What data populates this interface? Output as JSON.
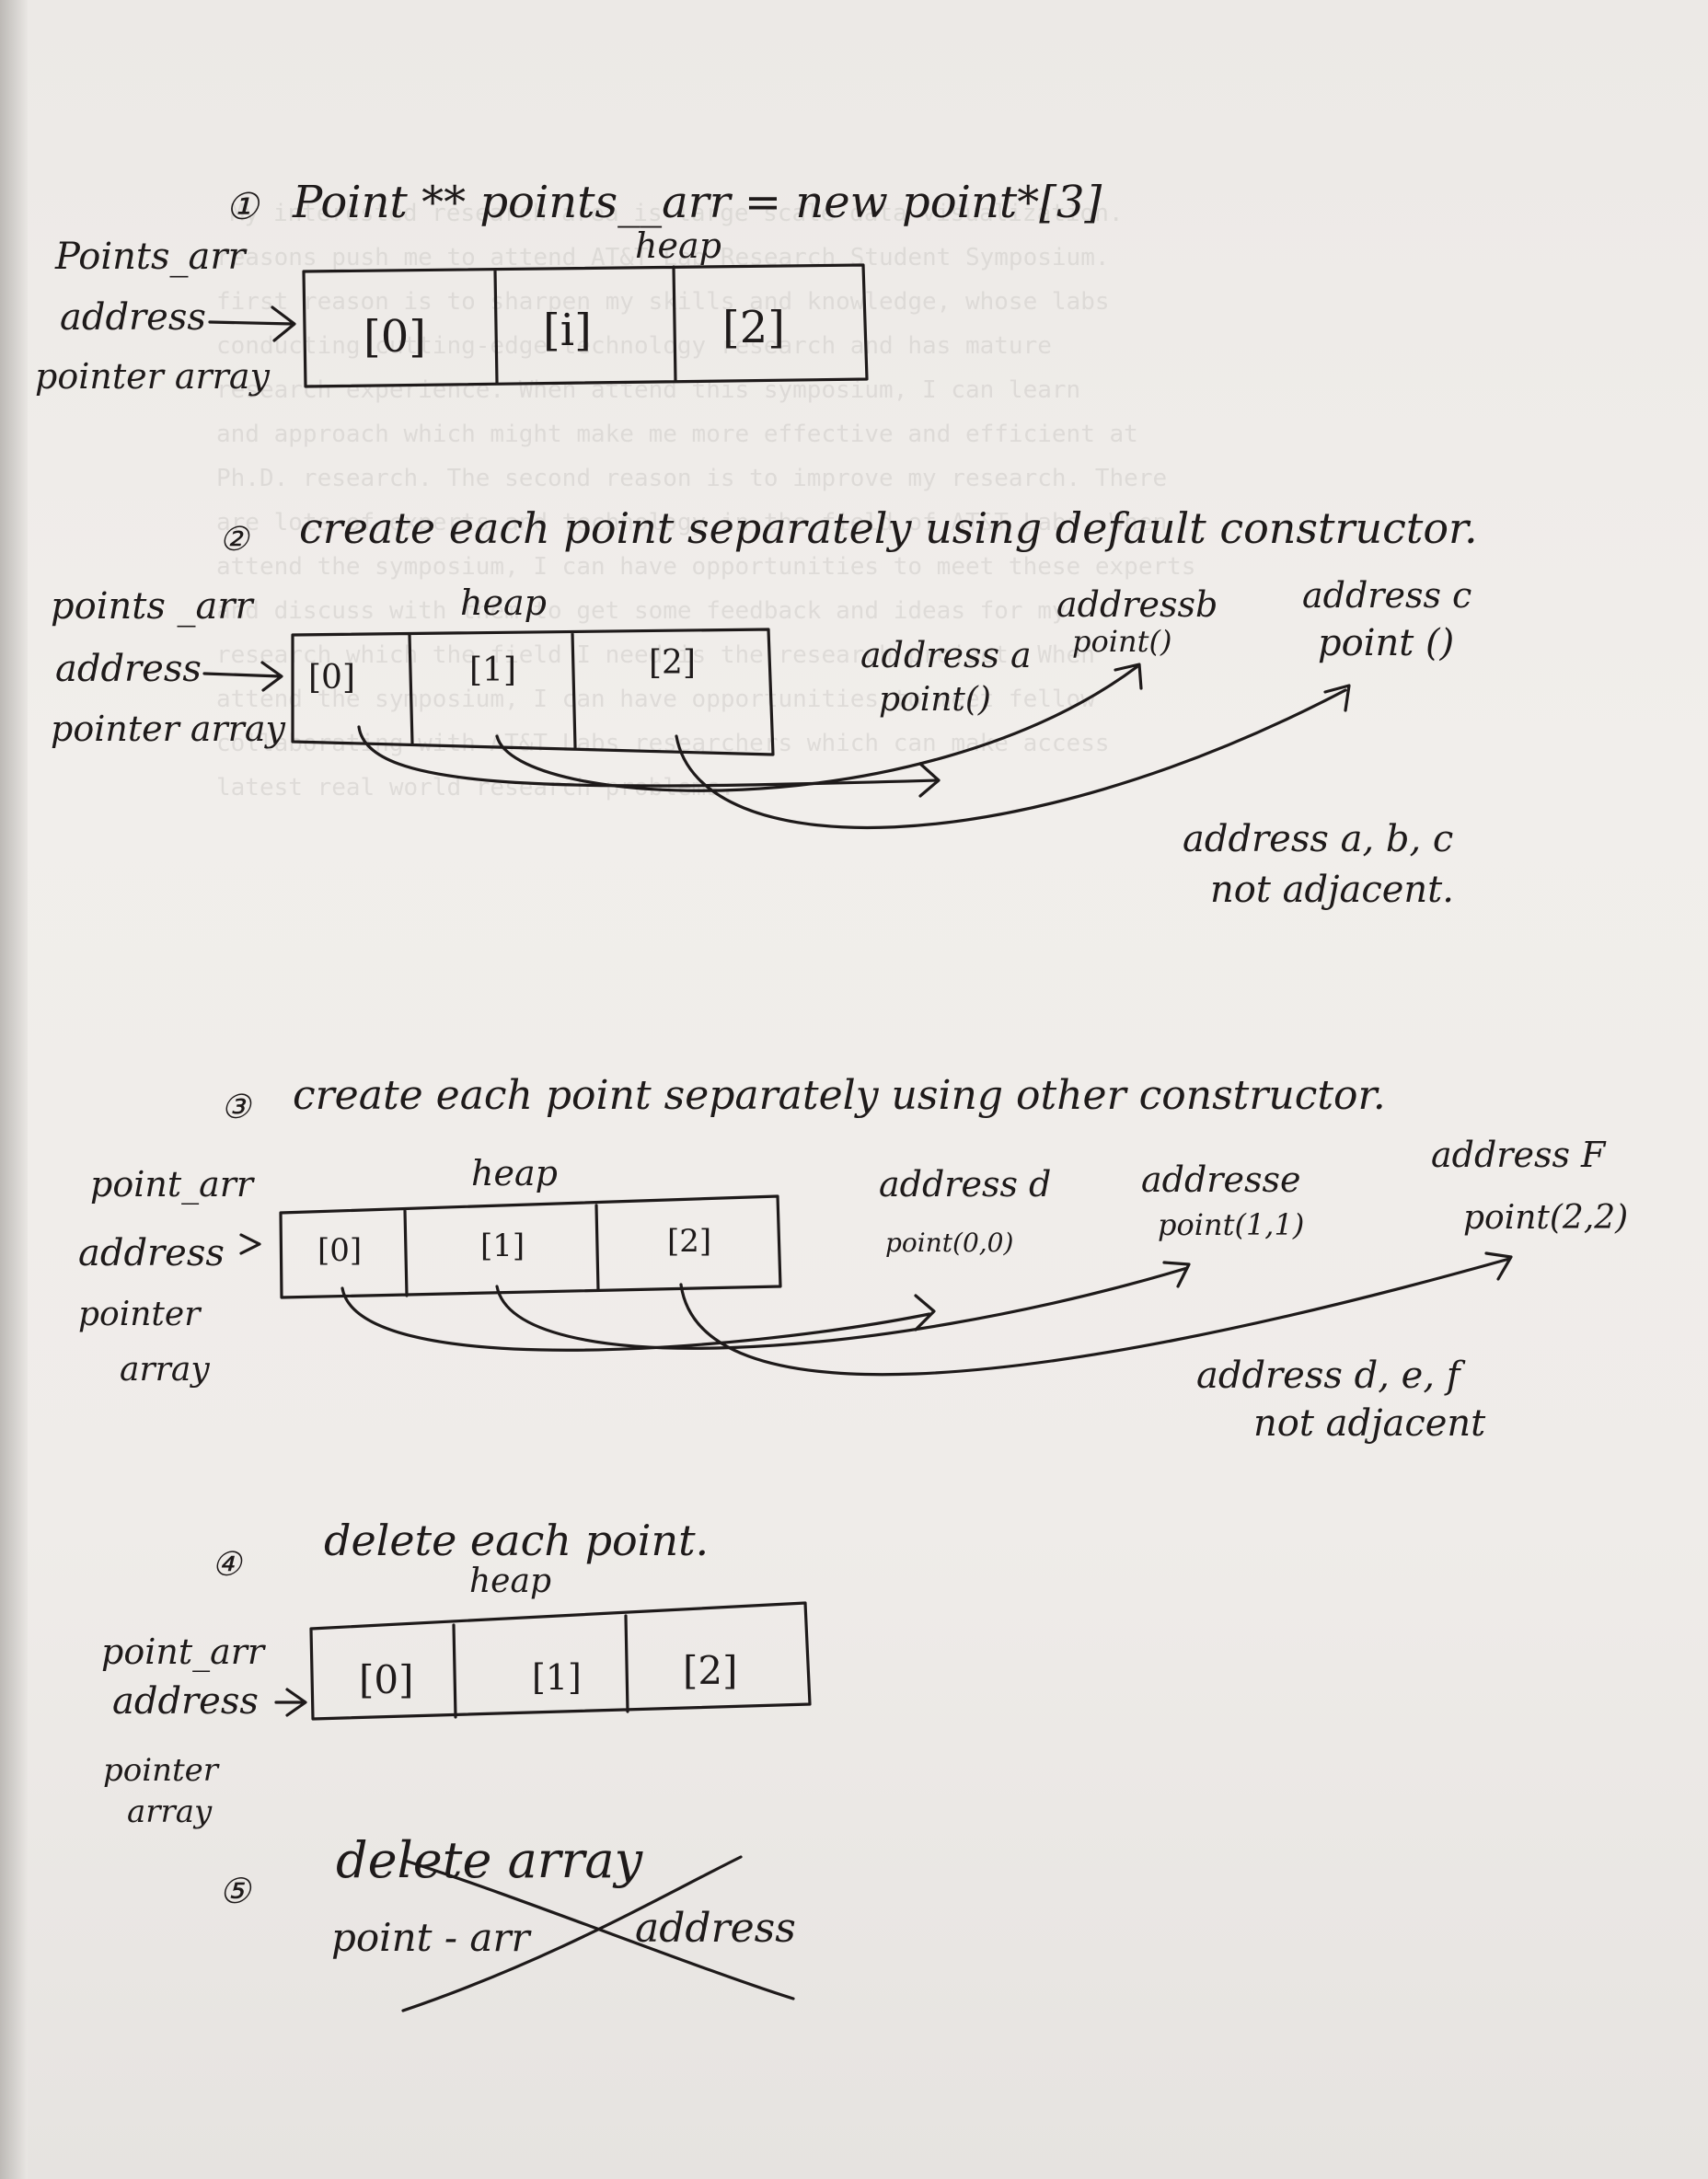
{
  "step1": {
    "number": "①",
    "heading": "Point ** points__arr = new point*[3]",
    "label_name": "Points_arr",
    "label_address": "address",
    "label_kind": "pointer array",
    "heap": "heap",
    "cells": [
      "[0]",
      "[i]",
      "[2]"
    ]
  },
  "step2": {
    "number": "②",
    "heading": "create each point separately using default constructor.",
    "label_name": "points _arr",
    "label_address": "address",
    "label_kind": "pointer array",
    "heap": "heap",
    "cells": [
      "[0]",
      "[1]",
      "[2]"
    ],
    "targets": [
      {
        "addr": "address a",
        "value": "point()"
      },
      {
        "addr": "addressb",
        "value": "point()"
      },
      {
        "addr": "address c",
        "value": "point ()"
      }
    ],
    "note_line1": "address a, b, c",
    "note_line2": "not adjacent."
  },
  "step3": {
    "number": "③",
    "heading": "create each point separately using other constructor.",
    "label_name": "point_arr",
    "label_address": "address",
    "label_kind_1": "pointer",
    "label_kind_2": "array",
    "heap": "heap",
    "cells": [
      "[0]",
      "[1]",
      "[2]"
    ],
    "targets": [
      {
        "addr": "address d",
        "value": "point(0,0)"
      },
      {
        "addr": "addresse",
        "value": "point(1,1)"
      },
      {
        "addr": "address F",
        "value": "point(2,2)"
      }
    ],
    "note_line1": "address d, e, f",
    "note_line2": "not adjacent"
  },
  "step4": {
    "number": "④",
    "heading": "delete each point.",
    "label_name": "point_arr",
    "label_address": "address",
    "label_kind_1": "pointer",
    "label_kind_2": "array",
    "heap": "heap",
    "cells": [
      "[0]",
      "[1]",
      "[2]"
    ]
  },
  "step5": {
    "number": "⑤",
    "heading": "delete array",
    "label_name": "point - arr",
    "label_address": "address"
  },
  "bleed_through": [
    "My interested research area is large scale data visualization.",
    "reasons push me to attend AT&T Lab Research Student Symposium.",
    "first reason is to sharpen my skills and knowledge, whose labs",
    "conducting cutting-edge technology research and has mature",
    "research experience. When attend this symposium, I can learn",
    "and approach which might make me more effective and efficient at",
    "Ph.D. research. The second reason is to improve my research. There",
    "are lots of experts and technology in the field of AT&T Labs. When",
    "attend the symposium, I can have opportunities to meet these experts",
    "and discuss with them to get some feedback and ideas for my",
    "research which the field I need is the research project. When",
    "attend the symposium, I can have opportunities to meet fellow",
    "collaborating with AT&T Labs researchers which can make access",
    "latest real world research problems."
  ]
}
